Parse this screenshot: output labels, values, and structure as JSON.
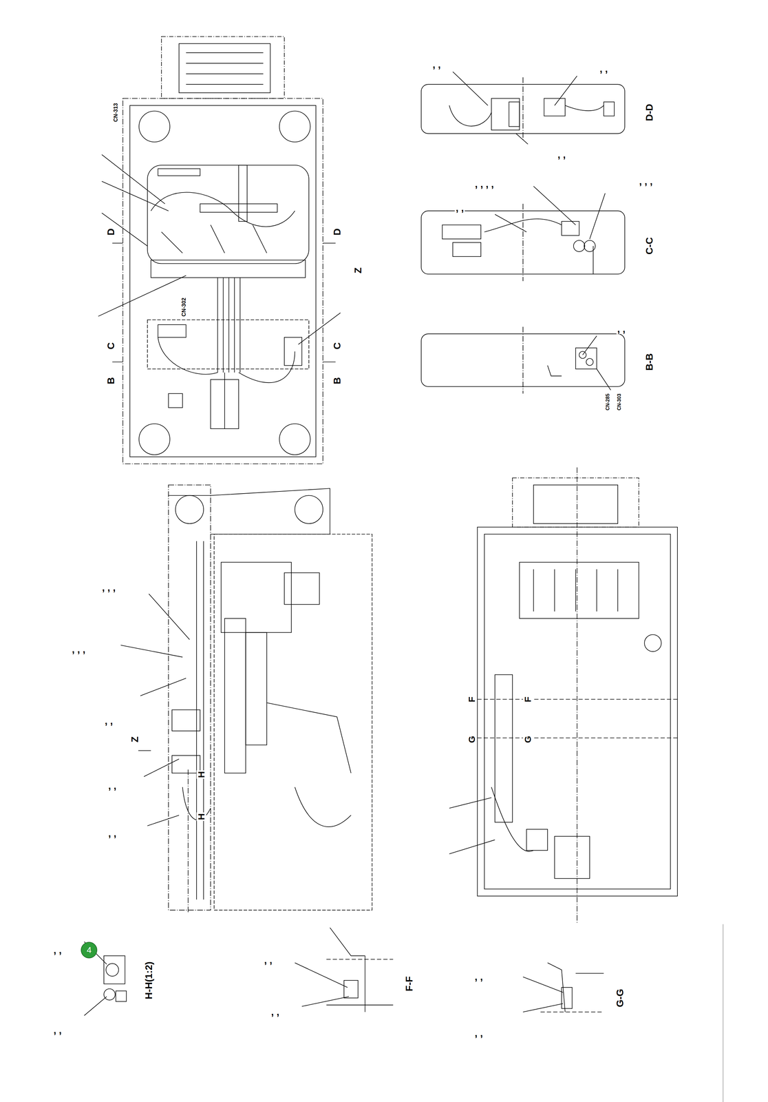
{
  "diagram": {
    "nodes": [
      {
        "text": [
          "4"
        ]
      }
    ],
    "labels": [
      "D",
      "D",
      "C",
      "B",
      "C",
      "B",
      "Z",
      "CN-313",
      "CN-302",
      "D-D",
      "C-C",
      "B-B",
      "CN-285",
      "CN-303",
      ", ,",
      ", ,",
      ", ,",
      ", , , ,",
      ", , ,",
      ", ,",
      ", ,",
      ", , ,",
      ", , ,",
      ", ,",
      "Z",
      ", ,",
      ", ,",
      "H",
      "H",
      "F",
      "F",
      "G",
      "G",
      ", ,",
      ", ,",
      "H-H(1:2)",
      ", ,",
      ", ,",
      "F-F",
      ", ,",
      ", ,",
      "G-G"
    ]
  }
}
